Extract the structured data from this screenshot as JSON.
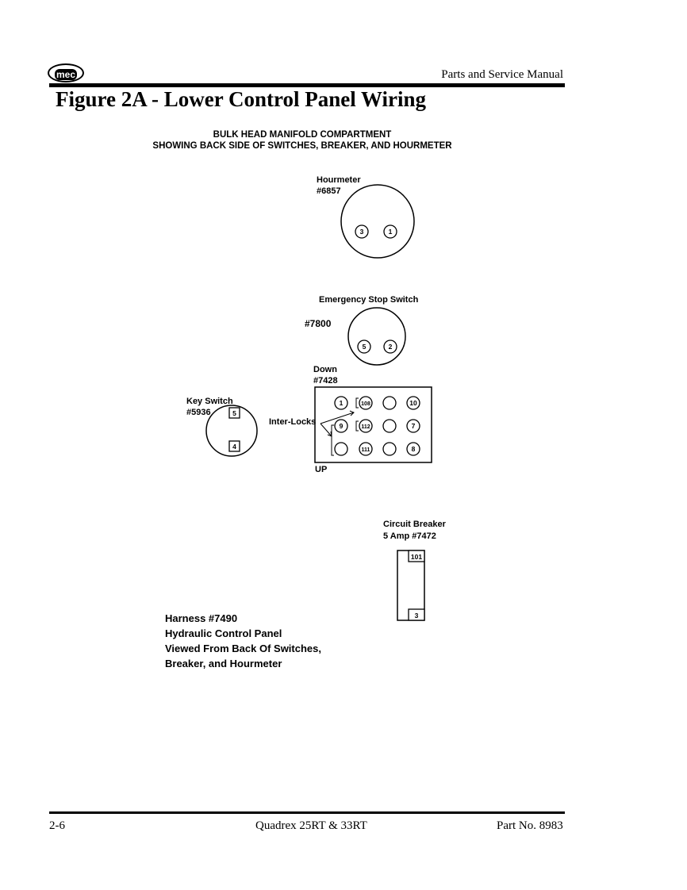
{
  "header": {
    "logo_text": "mec",
    "manual_title": "Parts and Service Manual",
    "figure_title": "Figure 2A - Lower Control Panel Wiring"
  },
  "subtitle": {
    "line1": "BULK HEAD MANIFOLD COMPARTMENT",
    "line2": "SHOWING BACK SIDE OF SWITCHES, BREAKER, AND HOURMETER"
  },
  "hourmeter": {
    "name": "Hourmeter",
    "part": "#6857",
    "terminals": [
      "3",
      "1"
    ]
  },
  "emergency_stop": {
    "name": "Emergency Stop Switch",
    "part": "#7800",
    "terminals": [
      "5",
      "2"
    ]
  },
  "key_switch": {
    "name": "Key Switch",
    "part": "#5936",
    "terminals": [
      "5",
      "4"
    ]
  },
  "down_up_switch": {
    "top_label": "Down",
    "part": "#7428",
    "bottom_label": "UP",
    "interlocks_label": "Inter-Locks",
    "terminals": [
      "1",
      "108",
      "",
      "10",
      "9",
      "112",
      "",
      "7",
      "",
      "111",
      "",
      "8"
    ]
  },
  "circuit_breaker": {
    "name": "Circuit Breaker",
    "spec": "5 Amp #7472",
    "terminals": [
      "101",
      "3"
    ]
  },
  "harness": {
    "line1": "Harness #7490",
    "line2": "Hydraulic Control Panel",
    "line3": "Viewed From Back Of Switches,",
    "line4": "Breaker, and Hourmeter"
  },
  "footer": {
    "page": "2-6",
    "model": "Quadrex 25RT & 33RT",
    "part_no": "Part No. 8983"
  }
}
